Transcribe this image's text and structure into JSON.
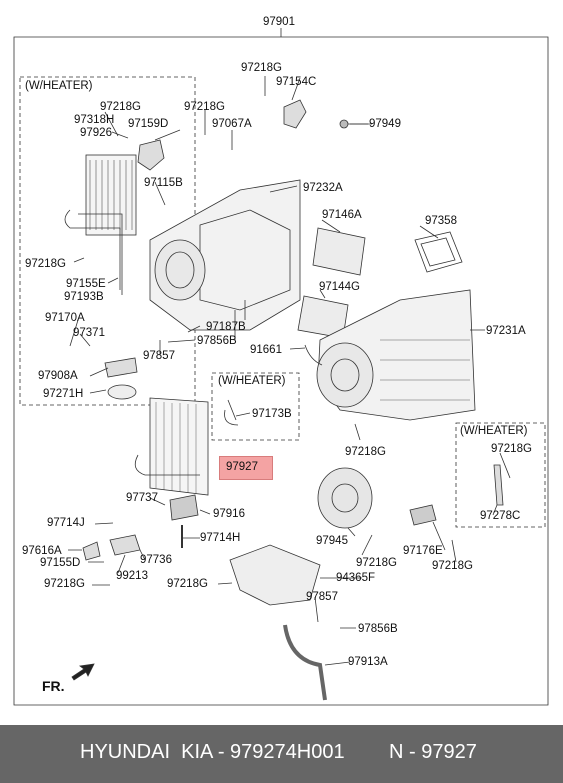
{
  "diagram": {
    "top_part": "97901",
    "heater_label_1": "(W/HEATER)",
    "heater_label_2": "(W/HEATER)",
    "heater_label_3": "(W/HEATER)",
    "highlighted_part": "97927",
    "fr_label": "FR.",
    "parts": {
      "p97218G_a": "97218G",
      "p97154C": "97154C",
      "p97949": "97949",
      "p97218G_b": "97218G",
      "p97318H": "97318H",
      "p97926": "97926",
      "p97159D": "97159D",
      "p97218G_c": "97218G",
      "p97067A": "97067A",
      "p97115B": "97115B",
      "p97232A": "97232A",
      "p97146A": "97146A",
      "p97358": "97358",
      "p97218G_d": "97218G",
      "p97155E": "97155E",
      "p97193B": "97193B",
      "p97144G": "97144G",
      "p97231A": "97231A",
      "p97170A": "97170A",
      "p97371": "97371",
      "p97187B": "97187B",
      "p97856B_a": "97856B",
      "p91661": "91661",
      "p97857_a": "97857",
      "p97908A": "97908A",
      "p97271H": "97271H",
      "p97173B": "97173B",
      "p97218G_e": "97218G",
      "p97218G_f": "97218G",
      "p97278C": "97278C",
      "p97737": "97737",
      "p97916": "97916",
      "p97714J": "97714J",
      "p97714H": "97714H",
      "p97945": "97945",
      "p97616A": "97616A",
      "p97155D": "97155D",
      "p97736": "97736",
      "p99213": "99213",
      "p97218G_g": "97218G",
      "p97176E": "97176E",
      "p97218G_h": "97218G",
      "p97218G_i": "97218G",
      "p94365F": "94365F",
      "p97218G_j": "97218G",
      "p97857_b": "97857",
      "p97856B_b": "97856B",
      "p97913A": "97913A"
    }
  },
  "footer": {
    "brand": "HYUNDAI  KIA - 979274H001",
    "code": "N - 97927"
  },
  "colors": {
    "highlight": "#f4a3a3",
    "footer_bg": "#666666",
    "line": "#333333"
  }
}
